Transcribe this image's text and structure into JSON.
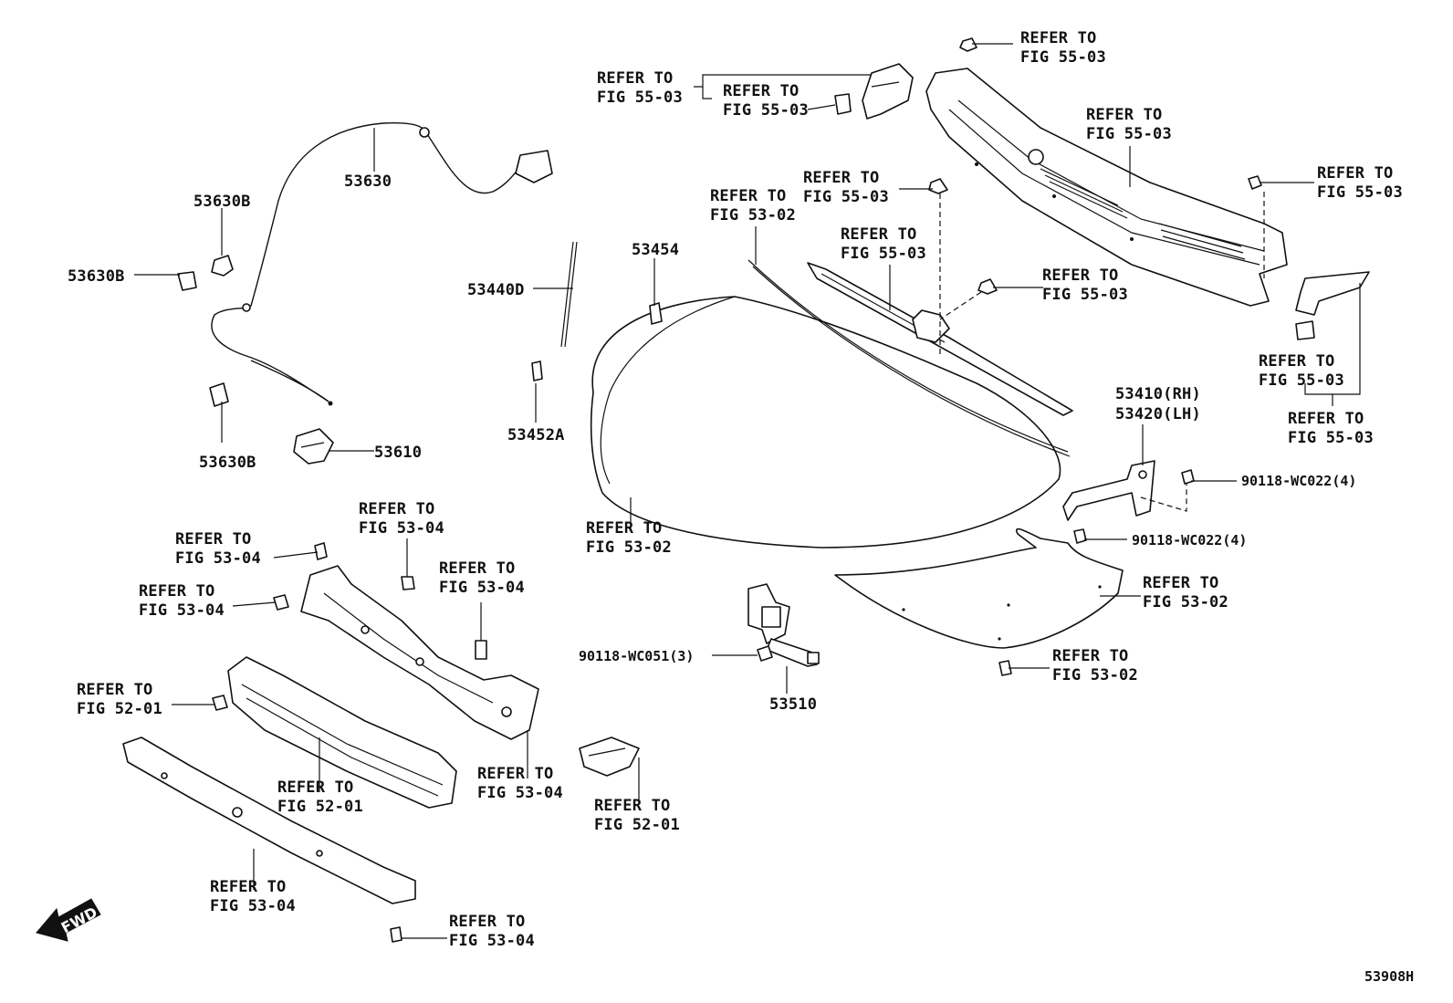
{
  "diagram": {
    "drawing_number": "53908H",
    "fwd_label": "FWD",
    "refer_line": "REFER TO",
    "parts": {
      "p53630": "53630",
      "p53630B_a": "53630B",
      "p53630B_b": "53630B",
      "p53630B_c": "53630B",
      "p53610": "53610",
      "p53440D": "53440D",
      "p53454": "53454",
      "p53452A": "53452A",
      "p53410": "53410(RH)",
      "p53420": "53420(LH)",
      "p53510": "53510",
      "bolt_wc022_a": "90118-WC022(4)",
      "bolt_wc022_b": "90118-WC022(4)",
      "bolt_wc051": "90118-WC051(3)"
    },
    "refs": {
      "r01": "FIG 55-03",
      "r02": "FIG 55-03",
      "r03": "FIG 55-03",
      "r04": "FIG 55-03",
      "r05": "FIG 55-03",
      "r06": "FIG 55-03",
      "r07": "FIG 53-02",
      "r08": "FIG 55-03",
      "r09": "FIG 55-03",
      "r10": "FIG 55-03",
      "r11": "FIG 55-03",
      "r12": "FIG 53-02",
      "r13": "FIG 53-02",
      "r14": "FIG 53-02",
      "r15": "FIG 53-04",
      "r16": "FIG 53-04",
      "r17": "FIG 53-04",
      "r18": "FIG 53-04",
      "r19": "FIG 52-01",
      "r20": "FIG 52-01",
      "r21": "FIG 53-04",
      "r22": "FIG 52-01",
      "r23": "FIG 53-04",
      "r24": "FIG 53-04"
    }
  }
}
